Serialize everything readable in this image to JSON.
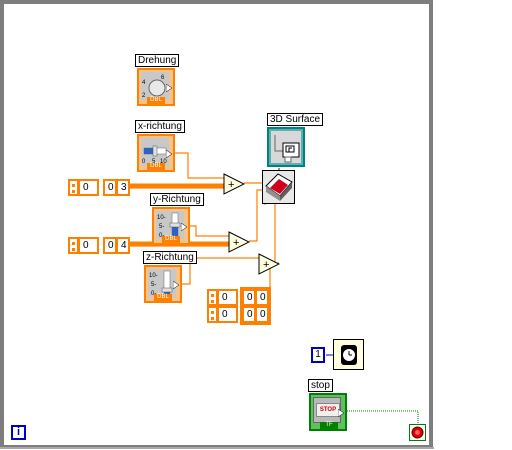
{
  "controls": {
    "drehung": {
      "label": "Drehung",
      "ticks": [
        "4",
        "6",
        "2"
      ],
      "type_tag": "DBL"
    },
    "x_richtung": {
      "label": "x-richtung",
      "ticks": [
        "0",
        "5",
        "10"
      ],
      "type_tag": "DBL"
    },
    "y_richtung": {
      "label": "y-Richtung",
      "ticks": [
        "10-",
        "5-",
        "0-"
      ],
      "type_tag": "DBL"
    },
    "z_richtung": {
      "label": "z-Richtung",
      "ticks": [
        "10-",
        "5-",
        "0-"
      ],
      "type_tag": "DBL"
    },
    "stop": {
      "label": "stop",
      "button_text": "STOP",
      "type_tag": "TF"
    }
  },
  "indicators": {
    "surface": {
      "label": "3D Surface"
    }
  },
  "arrays": {
    "array_1": {
      "values": [
        "0",
        "0",
        "3"
      ]
    },
    "array_2": {
      "values": [
        "0",
        "0",
        "4"
      ]
    },
    "array_3": {
      "values": [
        "0",
        "0",
        "0",
        "0",
        "0",
        "0"
      ]
    }
  },
  "operators": {
    "add_symbol": "+"
  },
  "constants": {
    "wait_ms": "1"
  },
  "loop": {
    "iteration_terminal": "i"
  },
  "colors": {
    "wire_dbl": "#ff8000",
    "wire_bool": "#008000",
    "loop_frame": "#808080",
    "int_blue": "#0000c0"
  }
}
